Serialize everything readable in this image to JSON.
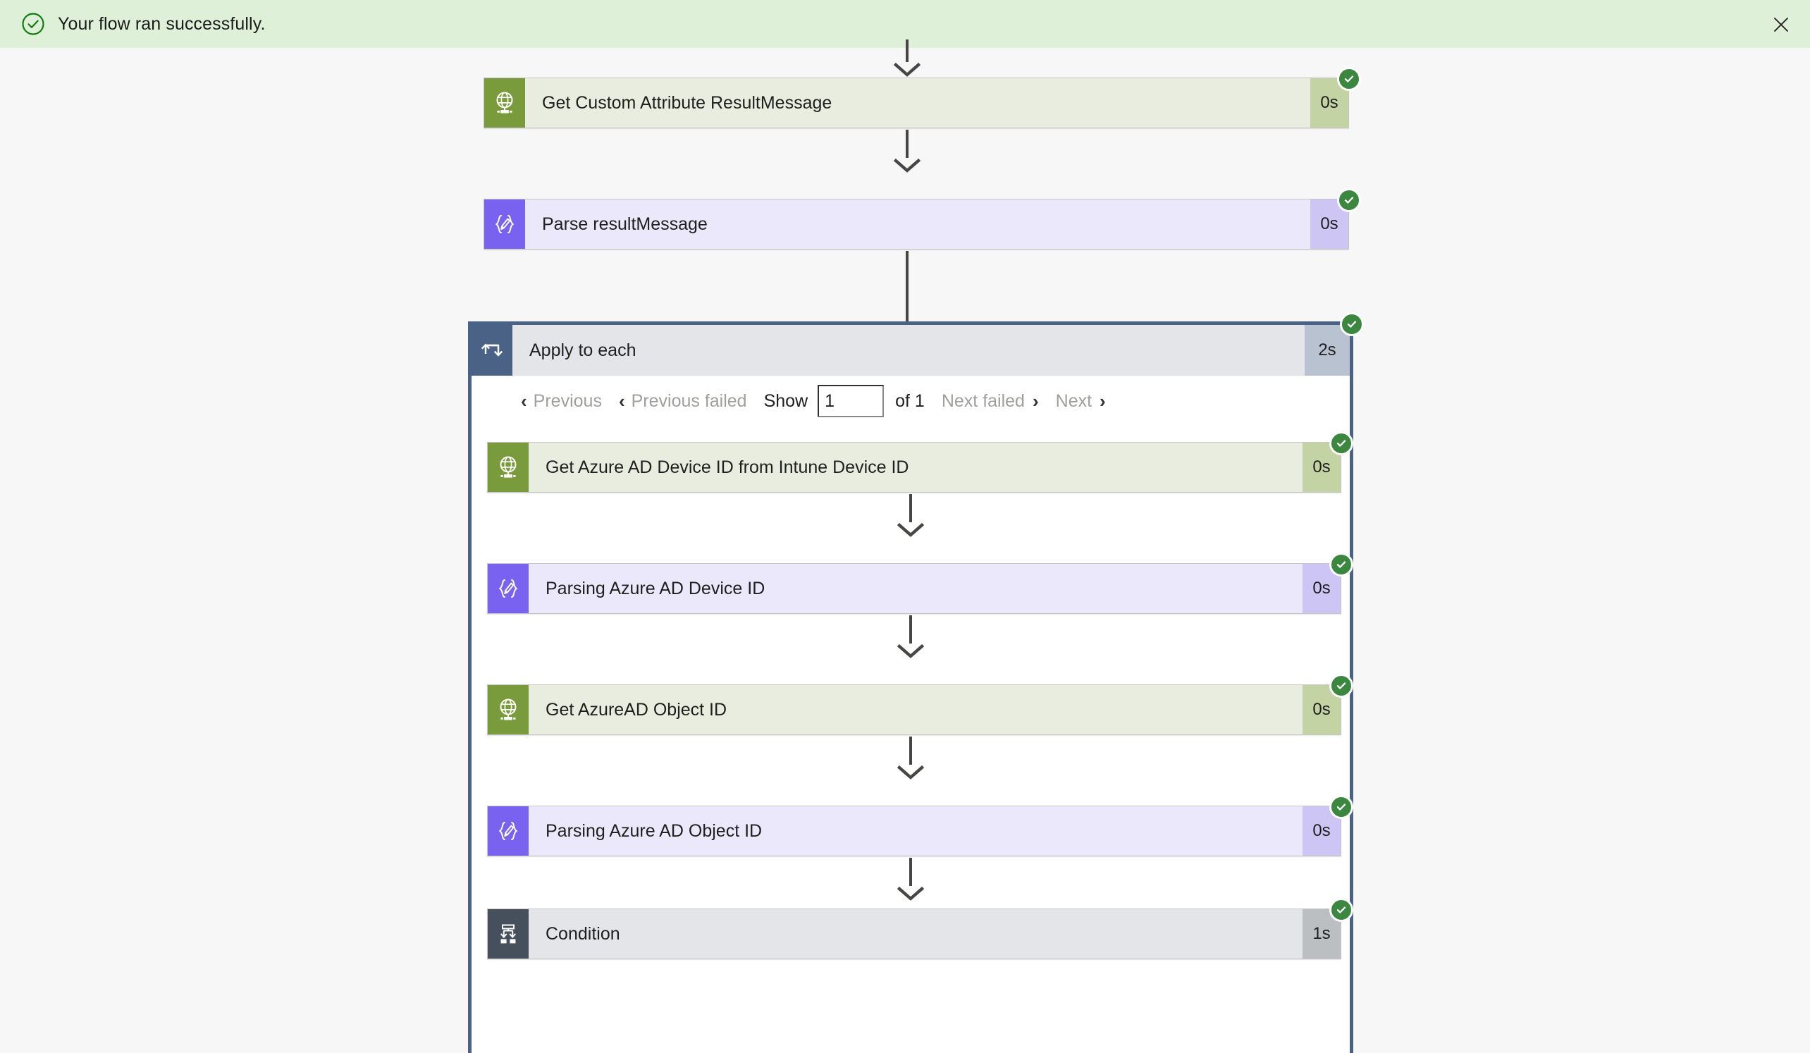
{
  "banner": {
    "message": "Your flow ran successfully.",
    "icon": "check-circle-icon",
    "close_icon": "close-icon",
    "background": "#dff0d8"
  },
  "flow": {
    "top_actions": [
      {
        "name": "Get Custom Attribute ResultMessage",
        "duration": "0s",
        "icon": "http-globe-icon",
        "type": "http",
        "status": "succeeded"
      },
      {
        "name": "Parse resultMessage",
        "duration": "0s",
        "icon": "parse-json-icon",
        "type": "parse",
        "status": "succeeded"
      }
    ],
    "scope": {
      "title": "Apply to each",
      "duration": "2s",
      "icon": "loop-icon",
      "status": "succeeded",
      "pager": {
        "previous": "Previous",
        "previous_failed": "Previous failed",
        "show_label": "Show",
        "page_value": "1",
        "of_label": "of 1",
        "next_failed": "Next failed",
        "next": "Next",
        "chevron_left": "‹",
        "chevron_right": "›"
      },
      "actions": [
        {
          "name": "Get Azure AD Device ID from Intune Device ID",
          "duration": "0s",
          "icon": "http-globe-icon",
          "type": "http",
          "status": "succeeded"
        },
        {
          "name": "Parsing Azure AD Device ID",
          "duration": "0s",
          "icon": "parse-json-icon",
          "type": "parse",
          "status": "succeeded"
        },
        {
          "name": "Get AzureAD Object ID",
          "duration": "0s",
          "icon": "http-globe-icon",
          "type": "http",
          "status": "succeeded"
        },
        {
          "name": "Parsing Azure AD Object ID",
          "duration": "0s",
          "icon": "parse-json-icon",
          "type": "parse",
          "status": "succeeded"
        },
        {
          "name": "Condition",
          "duration": "1s",
          "icon": "condition-branch-icon",
          "type": "control",
          "status": "succeeded"
        }
      ]
    }
  },
  "colors": {
    "success_green": "#3c873f",
    "banner_green": "#dff0d8",
    "http_accent": "#7a9b3c",
    "parse_accent": "#7a62f0",
    "control_accent": "#464f5c",
    "scope_border": "#4a6285",
    "canvas": "#f7f7f7"
  }
}
